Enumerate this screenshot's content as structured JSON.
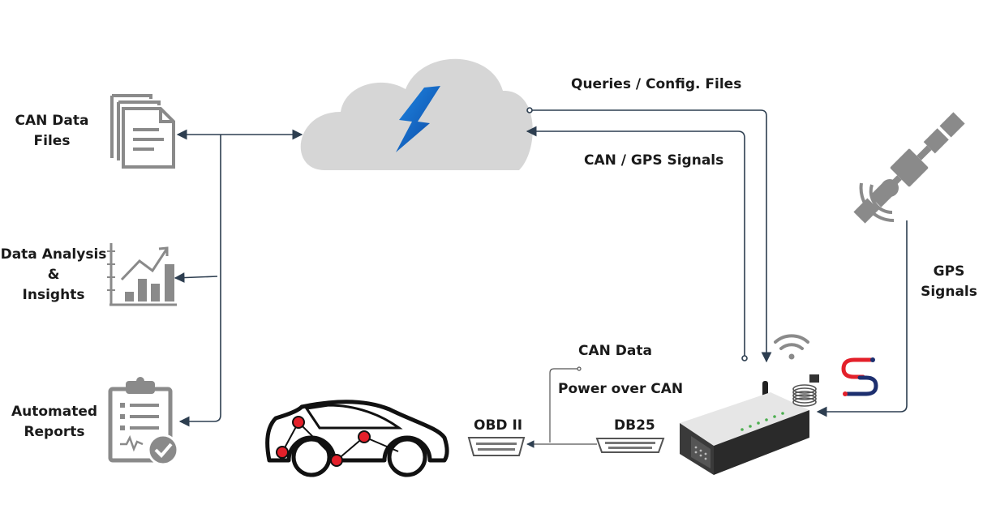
{
  "left_labels": {
    "can_data_files": [
      "CAN Data",
      "Files"
    ],
    "analysis": [
      "Data Analysis",
      "&",
      "Insights"
    ],
    "reports": [
      "Automated",
      "Reports"
    ]
  },
  "flow_labels": {
    "queries": "Queries / Config. Files",
    "signals": "CAN / GPS Signals",
    "gps": [
      "GPS",
      "Signals"
    ],
    "can_data": "CAN Data",
    "power": "Power over CAN",
    "obd": "OBD II",
    "db25": "DB25"
  },
  "colors": {
    "line": "#2d3e50",
    "icon_gray": "#8a8a8a",
    "cloud": "#d6d6d6",
    "node_red": "#e3202a",
    "brand_blue": "#2a74c9",
    "logo_navy": "#1d2f6f"
  }
}
